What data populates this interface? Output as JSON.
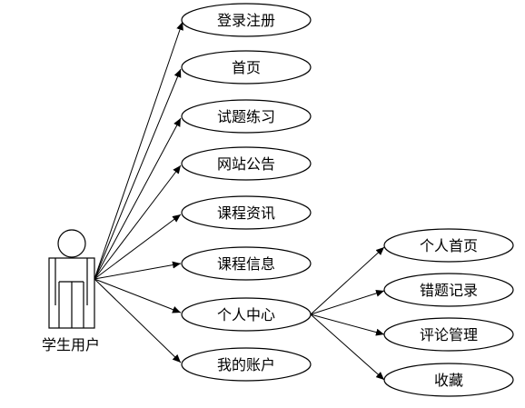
{
  "actor": {
    "label": "学生用户"
  },
  "use_cases": {
    "register": "登录注册",
    "home": "首页",
    "practice": "试题练习",
    "announcements": "网站公告",
    "course_news": "课程资讯",
    "course_info": "课程信息",
    "personal_center": "个人中心",
    "my_account": "我的账户"
  },
  "personal_center_items": {
    "personal_home": "个人首页",
    "wrong_answers": "错题记录",
    "comment_mgmt": "评论管理",
    "favorites": "收藏"
  }
}
